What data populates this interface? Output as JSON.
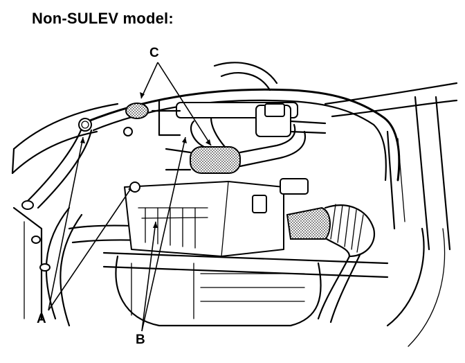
{
  "title": "Non-SULEV model:",
  "callouts": {
    "a": "A",
    "b": "B",
    "c": "C"
  },
  "colors": {
    "ink": "#000000",
    "background": "#ffffff",
    "hatch": "#555555"
  }
}
